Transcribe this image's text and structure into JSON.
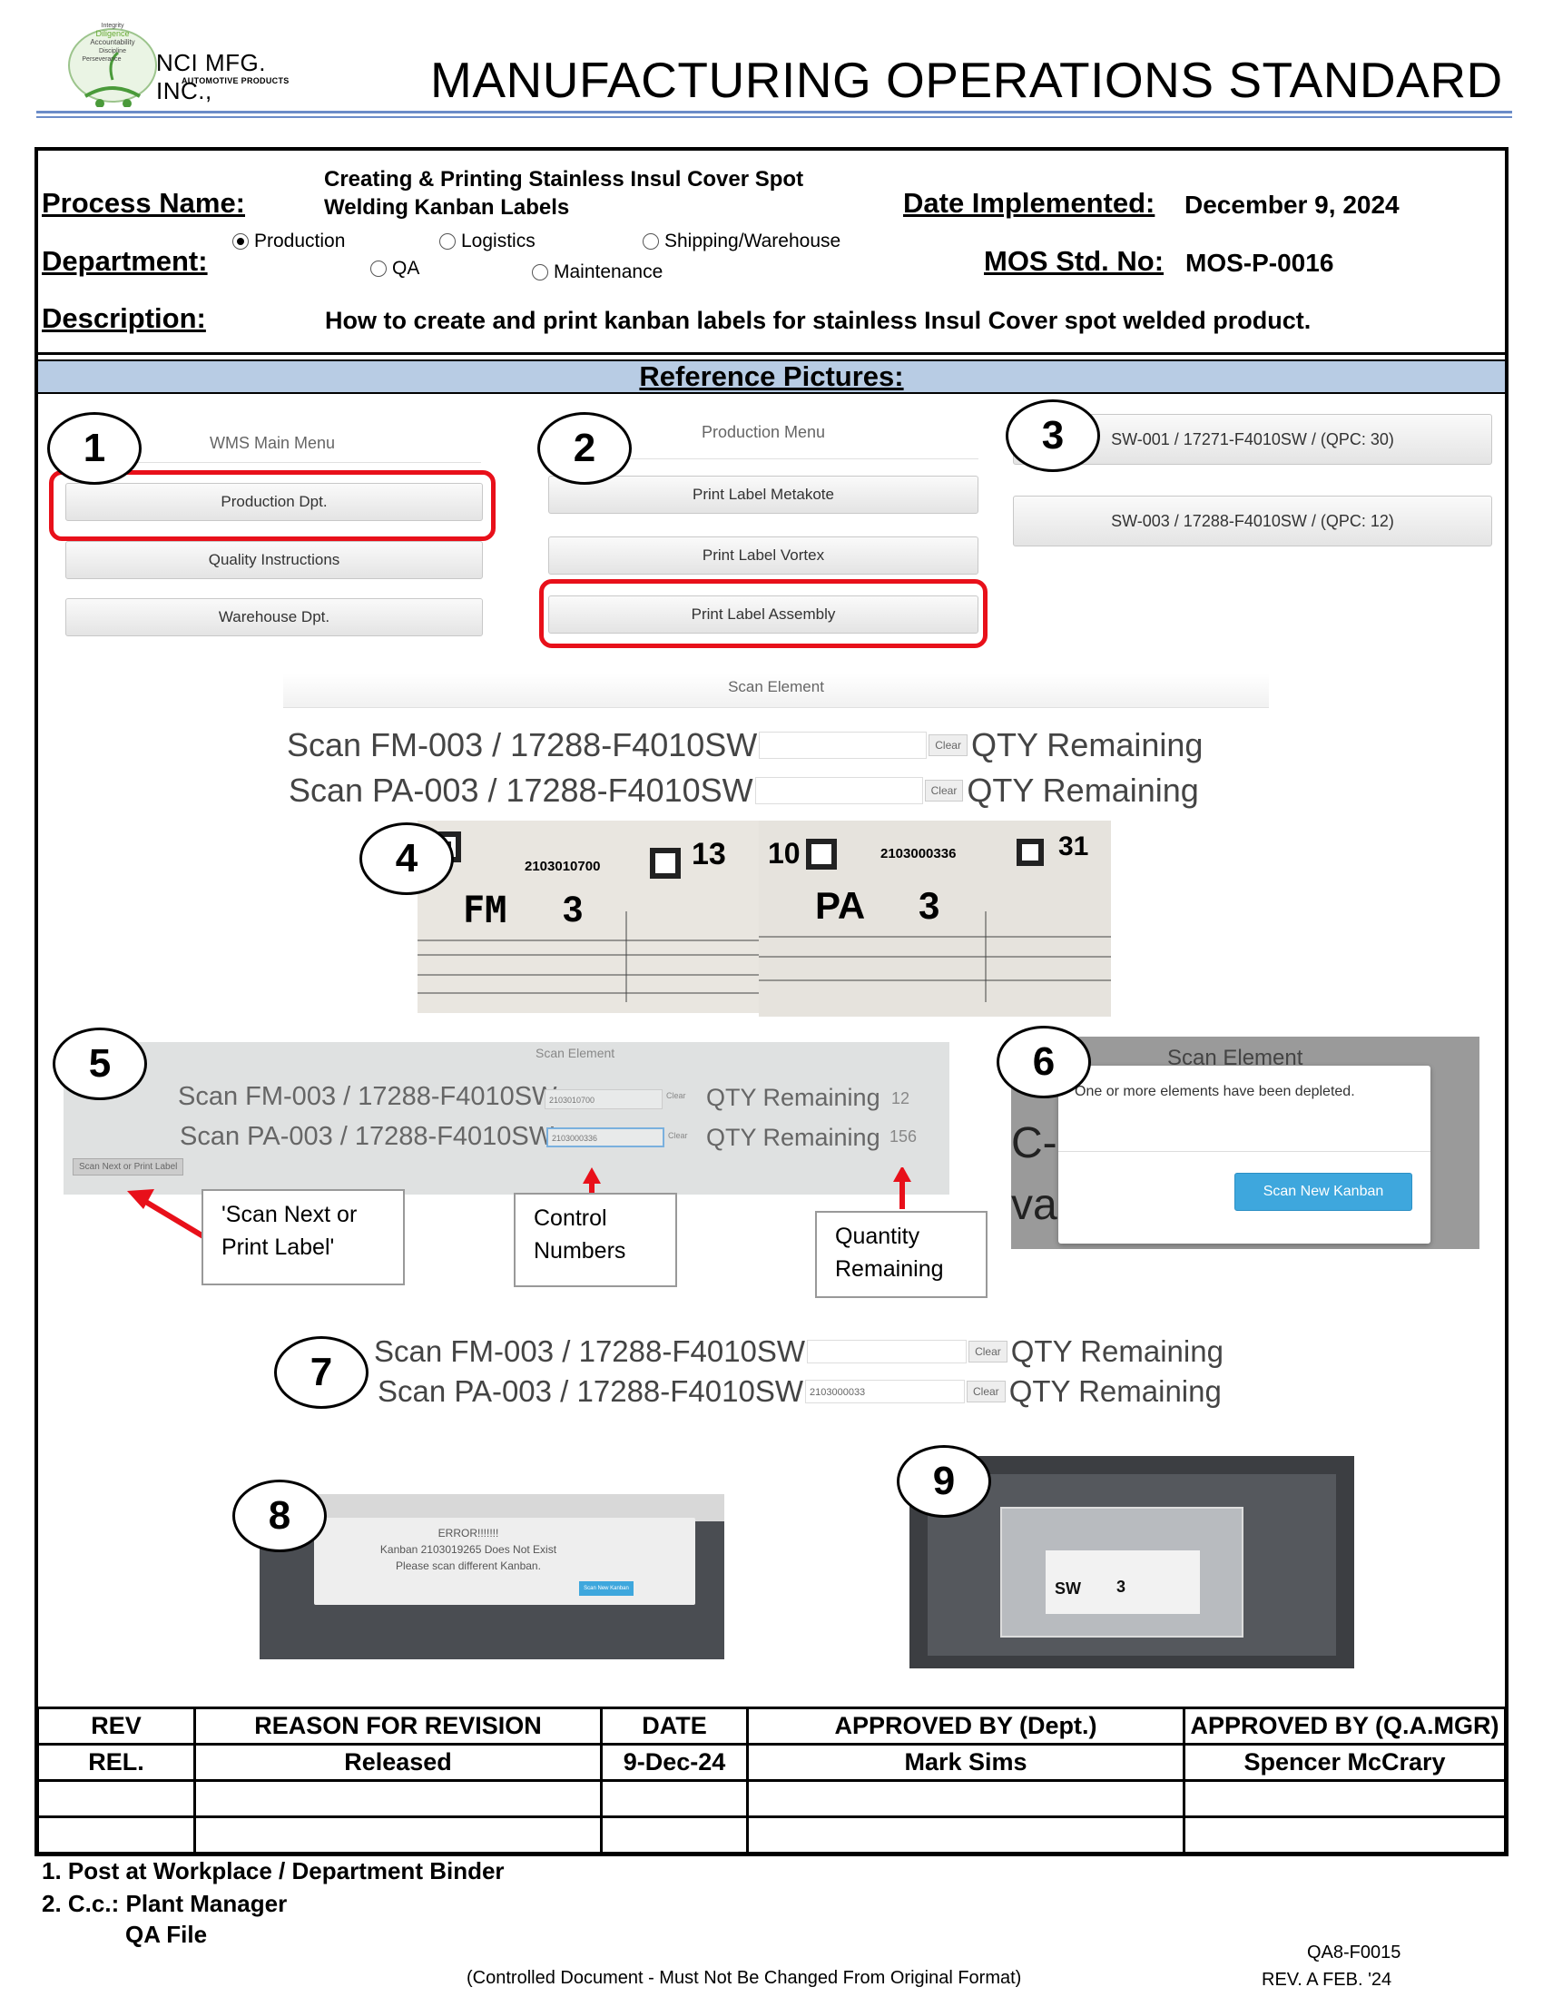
{
  "header": {
    "logo_lines": [
      "Integrity",
      "Diligence",
      "Accountability",
      "Discipline",
      "Perseverance"
    ],
    "company": "NCI MFG. INC.,",
    "company_sub": "AUTOMOTIVE PRODUCTS",
    "title": "MANUFACTURING OPERATIONS STANDARD"
  },
  "form": {
    "process_label": "Process Name:",
    "process_value": "Creating & Printing Stainless Insul Cover Spot Welding Kanban Labels",
    "date_label": "Date Implemented:",
    "date_value": "December 9, 2024",
    "department_label": "Department:",
    "departments": [
      {
        "label": "Production",
        "selected": true
      },
      {
        "label": "Logistics",
        "selected": false
      },
      {
        "label": "Shipping/Warehouse",
        "selected": false
      },
      {
        "label": "QA",
        "selected": false
      },
      {
        "label": "Maintenance",
        "selected": false
      }
    ],
    "mos_label": "MOS Std. No:",
    "mos_value": "MOS-P-0016",
    "description_label": "Description:",
    "description_value": "How to create and print kanban labels for stainless Insul Cover spot welded product.",
    "reference_label": "Reference Pictures:"
  },
  "pictures": {
    "p1": {
      "num": "1",
      "title": "WMS Main Menu",
      "buttons": [
        "Production Dpt.",
        "Quality Instructions",
        "Warehouse Dpt."
      ]
    },
    "p2": {
      "num": "2",
      "title": "Production Menu",
      "buttons": [
        "Print Label Metakote",
        "Print Label Vortex",
        "Print Label Assembly"
      ]
    },
    "p3": {
      "num": "3",
      "buttons": [
        "SW-001 / 17271-F4010SW / (QPC: 30)",
        "SW-003 / 17288-F4010SW / (QPC: 12)"
      ]
    },
    "scan": {
      "title": "Scan Element",
      "row1": "Scan FM-003 / 17288-F4010SW",
      "row2": "Scan PA-003 / 17288-F4010SW",
      "clear": "Clear",
      "qty": "QTY Remaining"
    },
    "p4": {
      "num": "4",
      "label1": {
        "serial": "2103010700",
        "code": "FM",
        "qty": "3",
        "box": "13"
      },
      "label2": {
        "serial": "2103000336",
        "code": "PA",
        "qty": "3",
        "box": "31",
        "lead": "10"
      }
    },
    "p5": {
      "num": "5",
      "control1": "2103010700",
      "control2": "2103000336",
      "qty1": "12",
      "qty2": "156",
      "next_btn": "Scan Next or Print Label",
      "callout_next": "'Scan Next or Print Label'",
      "callout_control": "Control Numbers",
      "callout_qty": "Quantity Remaining"
    },
    "p6": {
      "num": "6",
      "title": "Scan Element",
      "message": "One or more elements have been depleted.",
      "button": "Scan New Kanban"
    },
    "p7": {
      "num": "7",
      "control2": "2103000033"
    },
    "p8": {
      "num": "8",
      "error_title": "ERROR!!!!!!!",
      "error_line1": "Kanban 2103019265 Does Not Exist",
      "error_line2": "Please scan different Kanban.",
      "button": "Scan New Kanban"
    },
    "p9": {
      "num": "9",
      "label_code": "SW",
      "label_qty": "3"
    }
  },
  "revision_table": {
    "headers": [
      "REV",
      "REASON FOR REVISION",
      "DATE",
      "APPROVED BY (Dept.)",
      "APPROVED BY (Q.A.MGR)"
    ],
    "rows": [
      [
        "REL.",
        "Released",
        "9-Dec-24",
        "Mark Sims",
        "Spencer McCrary"
      ],
      [
        "",
        "",
        "",
        "",
        ""
      ],
      [
        "",
        "",
        "",
        "",
        ""
      ]
    ]
  },
  "footer": {
    "note1": "1. Post at Workplace / Department Binder",
    "note2": "2. C.c.: Plant Manager",
    "note3": "QA File",
    "form_no": "QA8-F0015",
    "rev": "REV. A FEB. '24",
    "controlled": "(Controlled Document - Must Not Be Changed From Original Format)"
  },
  "colors": {
    "accent_blue": "#6b8cc8",
    "ref_bar": "#b8cce4",
    "highlight_red": "#e8101a",
    "modal_button": "#3ea7dd"
  }
}
